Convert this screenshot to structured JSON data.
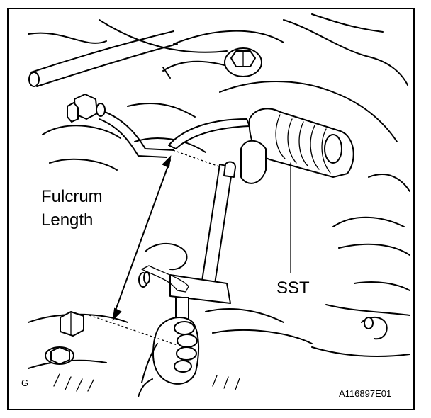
{
  "labels": {
    "fulcrum_line1": "Fulcrum",
    "fulcrum_line2": "Length",
    "sst": "SST",
    "corner_letter": "G",
    "figure_code": "A116897E01"
  }
}
